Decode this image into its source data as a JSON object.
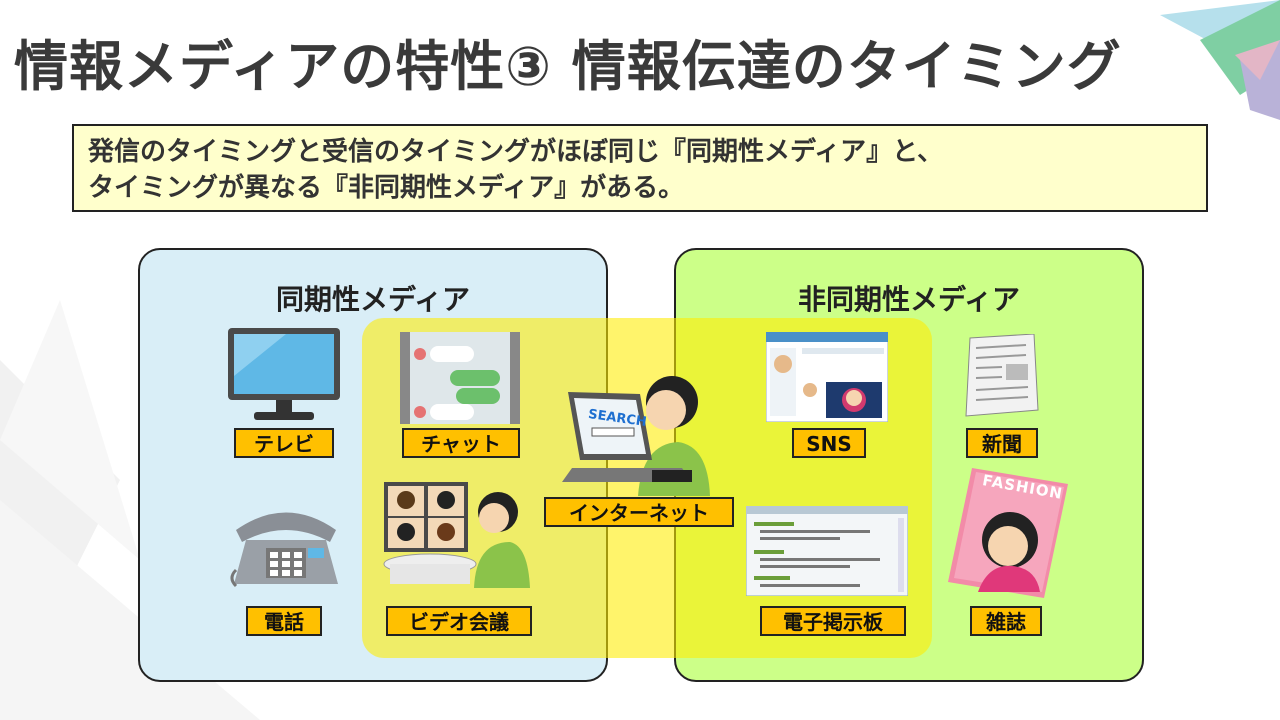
{
  "slide": {
    "title": "情報メディアの特性③ 情報伝達のタイミング",
    "summary": {
      "line1": "発信のタイミングと受信のタイミングがほぼ同じ『同期性メディア』と、",
      "line2": "タイミングが異なる『非同期性メディア』がある。"
    },
    "sync_panel": {
      "title": "同期性メディア"
    },
    "async_panel": {
      "title": "非同期性メディア"
    },
    "items": {
      "tv": "テレビ",
      "chat": "チャット",
      "phone": "電話",
      "video_call": "ビデオ会議",
      "internet": "インターネット",
      "sns": "SNS",
      "newspaper": "新聞",
      "bbs": "電子掲示板",
      "magazine": "雑誌"
    },
    "illustration_text": {
      "search": "SEARCH",
      "fashion": "FASHION"
    },
    "colors": {
      "sync_bg": "#d9eef7",
      "async_bg": "#ccff88",
      "overlap": "#ffec00",
      "label_bg": "#ffc000",
      "callout_bg": "#ffffcc"
    }
  }
}
